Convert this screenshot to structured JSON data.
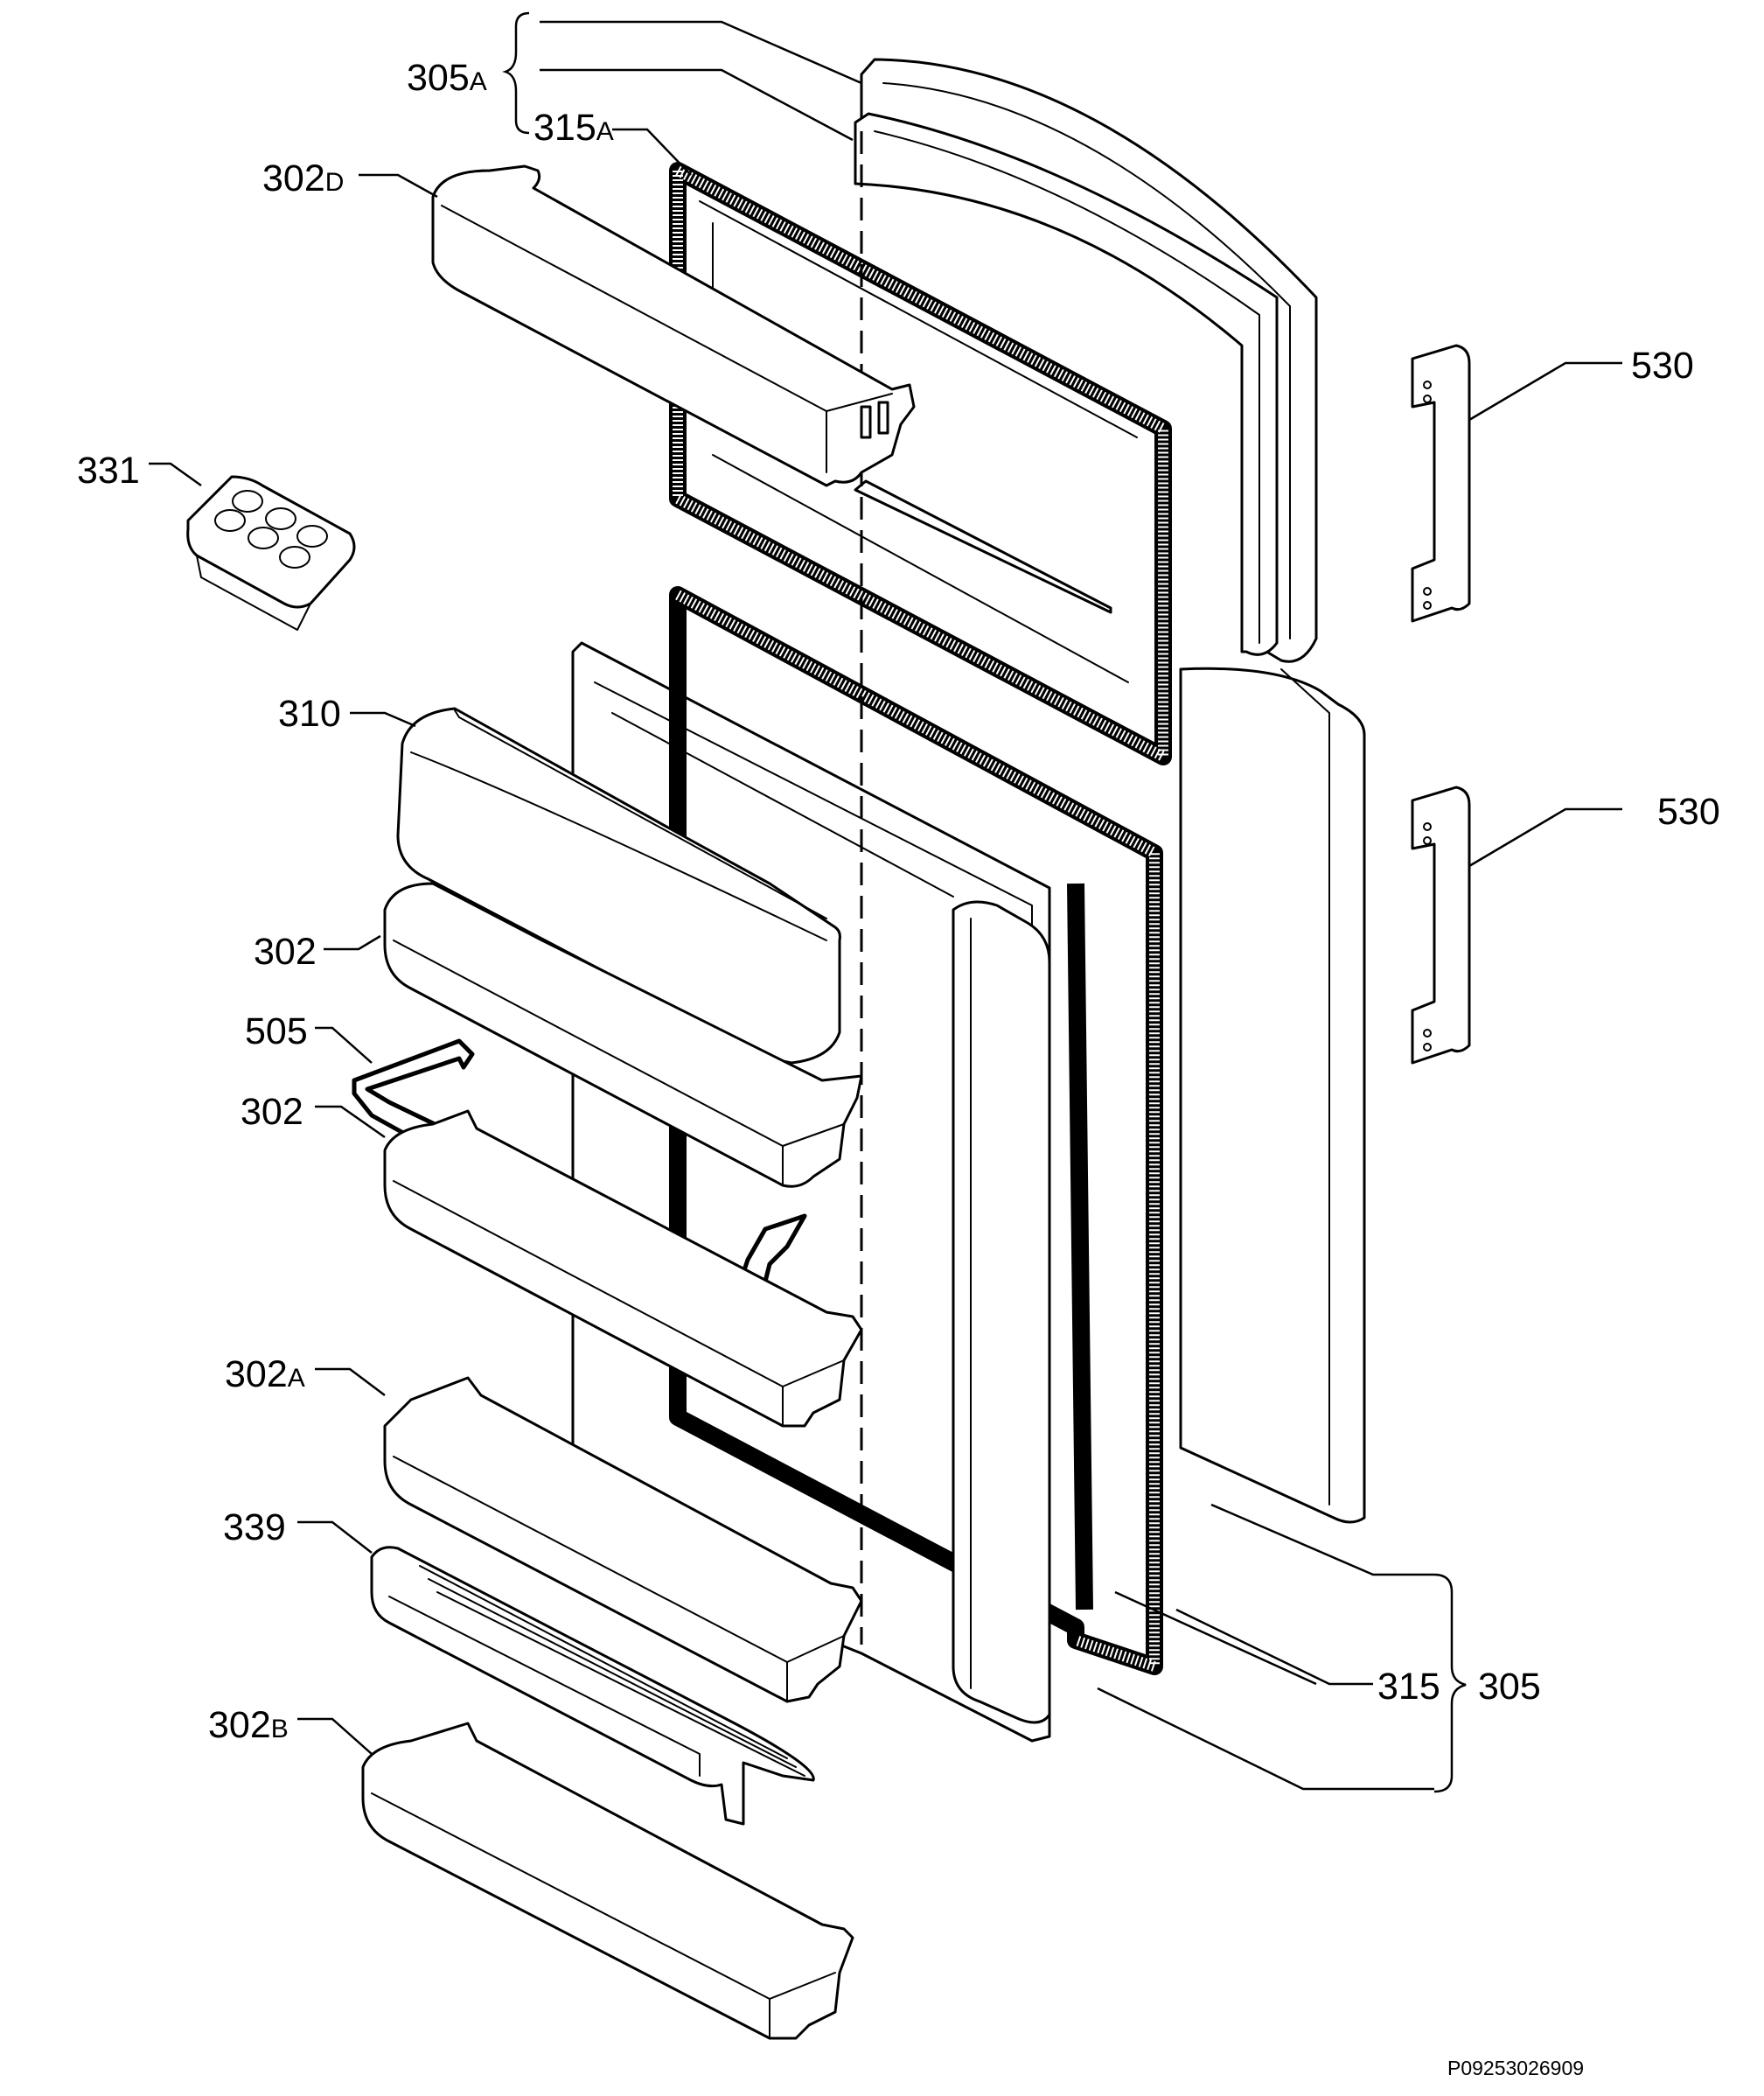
{
  "labels": {
    "l305a_num": "305",
    "l305a_suffix": "A",
    "l315a_num": "315",
    "l315a_suffix": "A",
    "l302d_num": "302",
    "l302d_suffix": "D",
    "l331": "331",
    "l310": "310",
    "l302_top": "302",
    "l505": "505",
    "l302_mid": "302",
    "l302a_num": "302",
    "l302a_suffix": "A",
    "l339": "339",
    "l302b_num": "302",
    "l302b_suffix": "B",
    "l530_top": "530",
    "l530_bottom": "530",
    "l315": "315",
    "l305": "305"
  },
  "drawing_code": "P09253026909"
}
